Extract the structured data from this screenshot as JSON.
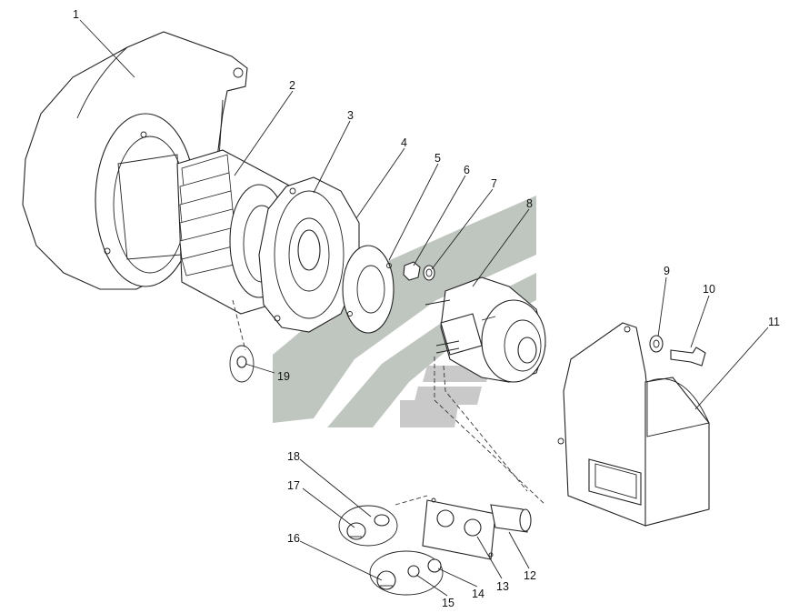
{
  "callouts": [
    "1",
    "2",
    "3",
    "4",
    "5",
    "6",
    "7",
    "8",
    "9",
    "10",
    "11",
    "12",
    "13",
    "14",
    "15",
    "16",
    "17",
    "18",
    "19"
  ],
  "colors": {
    "line": "#222222",
    "watermark": "#bfc6bf",
    "background": "#ffffff"
  }
}
